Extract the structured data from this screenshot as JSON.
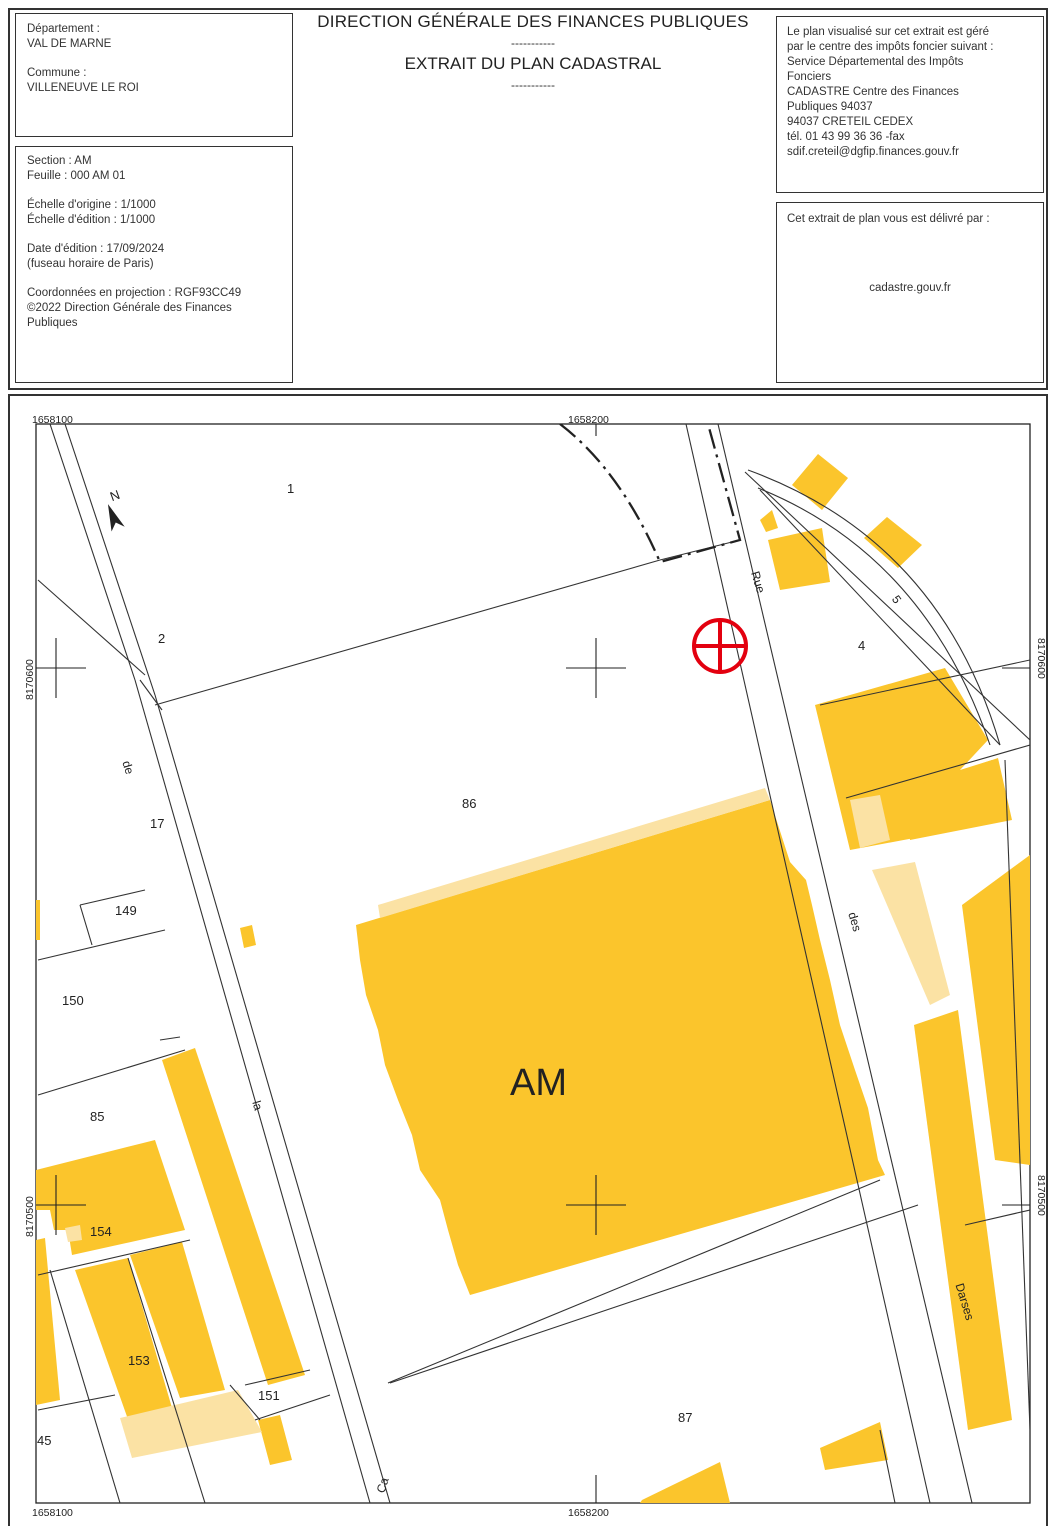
{
  "header": {
    "left_top": {
      "departement_label": "Département :",
      "departement_value": "VAL DE MARNE",
      "commune_label": "Commune :",
      "commune_value": "VILLENEUVE LE ROI"
    },
    "left_bottom": {
      "section": "Section : AM",
      "feuille": "Feuille : 000 AM 01",
      "echelle_origine": "Échelle d'origine : 1/1000",
      "echelle_edition": "Échelle d'édition : 1/1000",
      "date_edition": "Date d'édition : 17/09/2024",
      "fuseau": "(fuseau horaire de Paris)",
      "coordonnees": "Coordonnées en projection : RGF93CC49",
      "copyright_1": "©2022 Direction Générale des Finances",
      "copyright_2": "Publiques"
    },
    "center": {
      "title": "DIRECTION GÉNÉRALE DES FINANCES PUBLIQUES",
      "separator": "-----------",
      "subtitle": "EXTRAIT DU PLAN CADASTRAL"
    },
    "right_top": {
      "line1": "Le plan visualisé sur cet extrait est géré",
      "line2": "par le centre des impôts foncier suivant :",
      "line3": "Service Départemental des Impôts",
      "line4": "Fonciers",
      "line5": "CADASTRE Centre des Finances",
      "line6": "Publiques 94037",
      "line7": "94037 CRETEIL CEDEX",
      "line8": "tél. 01 43 99 36 36 -fax",
      "line9": "sdif.creteil@dgfip.finances.gouv.fr"
    },
    "right_bottom": {
      "label": "Cet extrait de plan vous est délivré par :",
      "value": "cadastre.gouv.fr"
    }
  },
  "map": {
    "coords": {
      "x_left": "1658100",
      "x_mid": "1658200",
      "y_top": "8170600",
      "y_bottom": "8170500"
    },
    "north": "N",
    "section_label": "AM",
    "parcels": [
      "1",
      "2",
      "86",
      "4",
      "5",
      "17",
      "149",
      "150",
      "85",
      "154",
      "153",
      "151",
      "45",
      "87"
    ],
    "streets": [
      "Rue",
      "des",
      "Darses",
      "de",
      "la",
      "Ca"
    ],
    "colors": {
      "building_solid": "#fbc52c",
      "building_light": "#fbe2a4",
      "marker": "#e3000f"
    }
  }
}
